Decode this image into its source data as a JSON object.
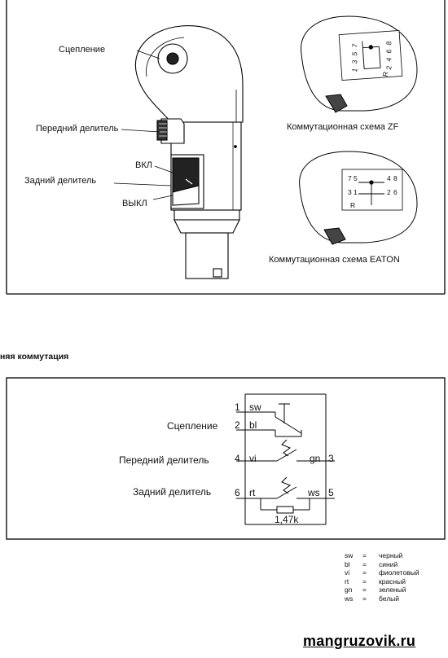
{
  "figure1": {
    "labels": {
      "clutch": "Сцепление",
      "front_splitter": "Передний делитель",
      "rear_splitter": "Задний делитель",
      "on": "ВКЛ",
      "off": "ВЫКЛ",
      "zf_scheme": "Коммутационная схема ZF",
      "eaton_scheme": "Коммутационная схема EATON"
    },
    "zf_gate_numbers": [
      "7",
      "5",
      "3",
      "1",
      "8",
      "6",
      "4",
      "2",
      "R"
    ],
    "eaton_gate_numbers": [
      "7",
      "5",
      "3",
      "1",
      "4",
      "8",
      "2",
      "6",
      "R"
    ]
  },
  "section_title": "няя коммутация",
  "wiring": {
    "labels": {
      "clutch": "Сцепление",
      "front_splitter": "Передний делитель",
      "rear_splitter": "Задний делитель"
    },
    "pins": {
      "p1": "1",
      "p2": "2",
      "p3": "3",
      "p4": "4",
      "p5": "5",
      "p6": "6"
    },
    "wires": {
      "sw": "sw",
      "bl": "bl",
      "vi": "vi",
      "gn": "gn",
      "rt": "rt",
      "ws": "ws"
    },
    "resistor": "1,47k"
  },
  "legend": [
    {
      "code": "sw",
      "eq": "=",
      "name": "черный"
    },
    {
      "code": "bl",
      "eq": "=",
      "name": "синий"
    },
    {
      "code": "vi",
      "eq": "=",
      "name": "фиолетовый"
    },
    {
      "code": "rt",
      "eq": "=",
      "name": "красный"
    },
    {
      "code": "gn",
      "eq": "=",
      "name": "зеленый"
    },
    {
      "code": "ws",
      "eq": "=",
      "name": "белый"
    }
  ],
  "footer": "mangruzovik.ru"
}
